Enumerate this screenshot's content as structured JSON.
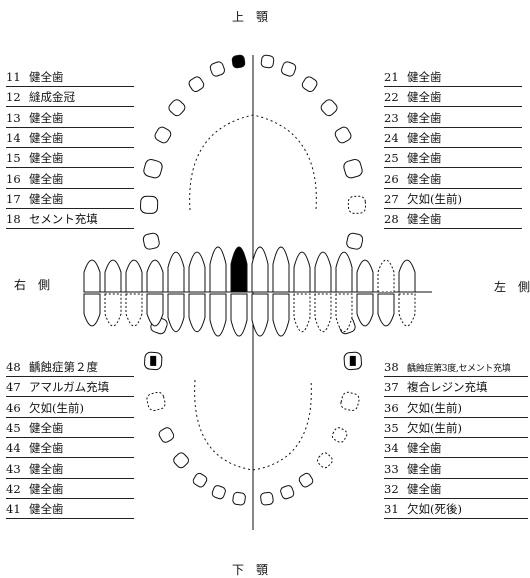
{
  "jaw_labels": {
    "upper": "上　顎",
    "lower": "下　顎",
    "right": "右　側",
    "left": "左　側"
  },
  "upper_right": [
    {
      "tooth": "11",
      "condition": "健全歯"
    },
    {
      "tooth": "12",
      "condition": "縫成金冠"
    },
    {
      "tooth": "13",
      "condition": "健全歯"
    },
    {
      "tooth": "14",
      "condition": "健全歯"
    },
    {
      "tooth": "15",
      "condition": "健全歯"
    },
    {
      "tooth": "16",
      "condition": "健全歯"
    },
    {
      "tooth": "17",
      "condition": "健全歯"
    },
    {
      "tooth": "18",
      "condition": "セメント充填"
    }
  ],
  "upper_left": [
    {
      "tooth": "21",
      "condition": "健全歯"
    },
    {
      "tooth": "22",
      "condition": "健全歯"
    },
    {
      "tooth": "23",
      "condition": "健全歯"
    },
    {
      "tooth": "24",
      "condition": "健全歯"
    },
    {
      "tooth": "25",
      "condition": "健全歯"
    },
    {
      "tooth": "26",
      "condition": "健全歯"
    },
    {
      "tooth": "27",
      "condition": "欠如(生前)"
    },
    {
      "tooth": "28",
      "condition": "健全歯"
    }
  ],
  "lower_right": [
    {
      "tooth": "48",
      "condition": "齲蝕症第２度"
    },
    {
      "tooth": "47",
      "condition": "アマルガム充填"
    },
    {
      "tooth": "46",
      "condition": "欠如(生前)"
    },
    {
      "tooth": "45",
      "condition": "健全歯"
    },
    {
      "tooth": "44",
      "condition": "健全歯"
    },
    {
      "tooth": "43",
      "condition": "健全歯"
    },
    {
      "tooth": "42",
      "condition": "健全歯"
    },
    {
      "tooth": "41",
      "condition": "健全歯"
    }
  ],
  "lower_left": [
    {
      "tooth": "38",
      "condition": "齲蝕症第3度,セメント充填"
    },
    {
      "tooth": "37",
      "condition": "複合レジン充填"
    },
    {
      "tooth": "36",
      "condition": "欠如(生前)"
    },
    {
      "tooth": "35",
      "condition": "欠如(生前)"
    },
    {
      "tooth": "34",
      "condition": "健全歯"
    },
    {
      "tooth": "33",
      "condition": "健全歯"
    },
    {
      "tooth": "32",
      "condition": "健全歯"
    },
    {
      "tooth": "31",
      "condition": "欠如(死後)"
    }
  ],
  "colors": {
    "ink": "#111111",
    "crown_fill": "#000000"
  }
}
